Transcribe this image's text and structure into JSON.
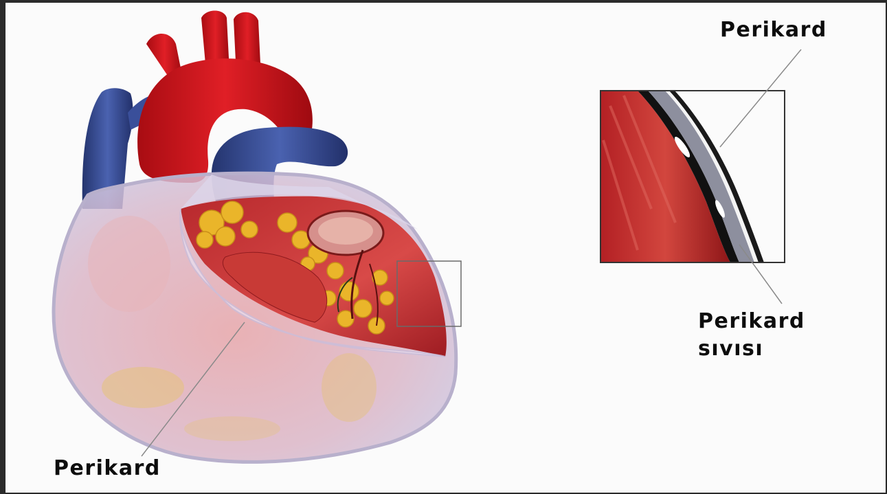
{
  "labels": {
    "pericardium_top": "Perikard",
    "pericardium_bottom": "Perikard",
    "fluid_line1": "Perikard",
    "fluid_line2": "sıvısı"
  },
  "colors": {
    "background": "#fbfbfb",
    "frame_border": "#2b2b2b",
    "aorta": "#d8141e",
    "vena_cava": "#3a4f9a",
    "myocardium": "#c23a3a",
    "fat": "#e9b52c",
    "pericardium_sac": "#d9c2d6",
    "label_text": "#0d0d0d"
  }
}
